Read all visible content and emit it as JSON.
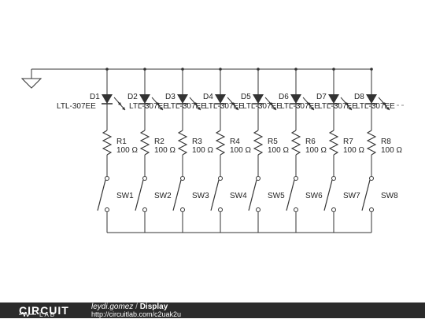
{
  "circuit": {
    "columns": [
      {
        "diode": "D1",
        "part": "LTL-307EE",
        "resistor": "R1",
        "value": "100 Ω",
        "switch": "SW1"
      },
      {
        "diode": "D2",
        "part": "LTL-307EE",
        "resistor": "R2",
        "value": "100 Ω",
        "switch": "SW2"
      },
      {
        "diode": "D3",
        "part": "LTL-307EE",
        "resistor": "R3",
        "value": "100 Ω",
        "switch": "SW3"
      },
      {
        "diode": "D4",
        "part": "LTL-307EE",
        "resistor": "R4",
        "value": "100 Ω",
        "switch": "SW4"
      },
      {
        "diode": "D5",
        "part": "LTL-307EE",
        "resistor": "R5",
        "value": "100 Ω",
        "switch": "SW5"
      },
      {
        "diode": "D6",
        "part": "LTL-307EE",
        "resistor": "R6",
        "value": "100 Ω",
        "switch": "SW6"
      },
      {
        "diode": "D7",
        "part": "LTL-307EE",
        "resistor": "R7",
        "value": "100 Ω",
        "switch": "SW7"
      },
      {
        "diode": "D8",
        "part": "LTL-307EE",
        "resistor": "R8",
        "value": "100 Ω",
        "switch": "SW8"
      }
    ]
  },
  "footer": {
    "logo_top": "CIRCUIT",
    "logo_bottom": "LAB",
    "user": "leydi.gomez",
    "separator": " / ",
    "title": "Display",
    "url": "http://circuitlab.com/c2uak2u"
  }
}
